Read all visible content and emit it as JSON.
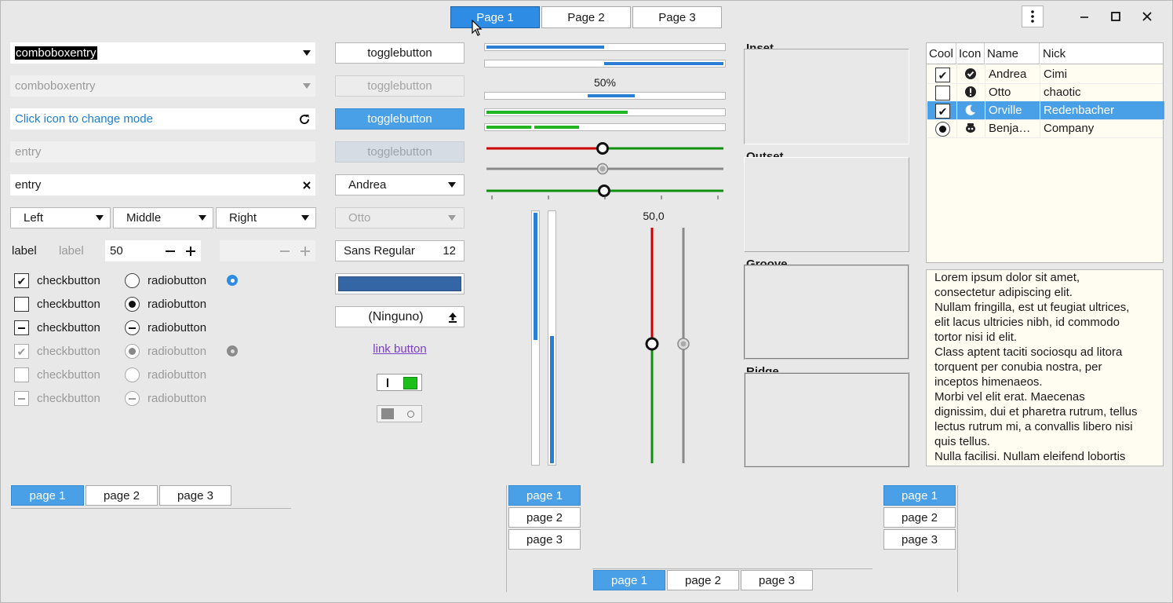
{
  "header": {
    "tabs": [
      "Page 1",
      "Page 2",
      "Page 3"
    ],
    "active_tab": "Page 1"
  },
  "col1": {
    "combo1": "comboboxentry",
    "combo2": "comboboxentry",
    "icon_entry": "Click icon to change mode",
    "entry_disabled": "entry",
    "entry_clear": "entry",
    "combos": [
      "Left",
      "Middle",
      "Right"
    ],
    "label1": "label",
    "label2": "label",
    "spin_value": "50",
    "checks": [
      "checkbutton",
      "checkbutton",
      "checkbutton",
      "checkbutton",
      "checkbutton",
      "checkbutton"
    ],
    "radios": [
      "radiobutton",
      "radiobutton",
      "radiobutton",
      "radiobutton",
      "radiobutton",
      "radiobutton"
    ]
  },
  "col2": {
    "toggles": [
      "togglebutton",
      "togglebutton",
      "togglebutton",
      "togglebutton"
    ],
    "combo_andrea": "Andrea",
    "combo_otto": "Otto",
    "font_name": "Sans Regular",
    "font_size": "12",
    "color_value": "#3465a4",
    "file_label": "(Ninguno)",
    "link": "link button",
    "switch1_state": "on",
    "switch2_state": "off"
  },
  "progress": {
    "bar1": 0.5,
    "bar2": 0.5,
    "bar3_text": "50%",
    "bar3": 0.2,
    "green1": 0.6,
    "green2_segments": 2
  },
  "scales": {
    "h1": 0.49,
    "h2": 0.49,
    "h3": 0.5,
    "vbar1": 0.5,
    "vbar2": 0.5,
    "vscale_value": "50,0",
    "vscale1": 0.5,
    "vscale2": 0.5
  },
  "frames": [
    "Inset",
    "Outset",
    "Groove",
    "Ridge"
  ],
  "tree": {
    "columns": [
      "Cool",
      "Icon",
      "Name",
      "Nick"
    ],
    "rows": [
      {
        "cool": "check",
        "icon": "check-circle-icon",
        "name": "Andrea",
        "nick": "Cimi",
        "selected": false
      },
      {
        "cool": "empty",
        "icon": "exclamation-circle-icon",
        "name": "Otto",
        "nick": "chaotic",
        "selected": false
      },
      {
        "cool": "check",
        "icon": "moon-icon",
        "name": "Orville",
        "nick": "Redenbacher",
        "selected": true
      },
      {
        "cool": "radio",
        "icon": "face-icon",
        "name": "Benja…",
        "nick": "Company",
        "selected": false
      }
    ]
  },
  "textview": [
    "Lorem ipsum dolor sit amet,",
    "consectetur adipiscing elit.",
    "Nullam fringilla, est ut feugiat ultrices,",
    "elit lacus ultricies nibh, id commodo",
    "tortor nisi id elit.",
    "Class aptent taciti sociosqu ad litora",
    "torquent per conubia nostra, per",
    "inceptos himenaeos.",
    "Morbi vel elit erat. Maecenas",
    "dignissim, dui et pharetra rutrum, tellus",
    "lectus rutrum mi, a convallis libero nisi",
    "quis tellus.",
    "Nulla facilisi. Nullam eleifend lobortis"
  ],
  "notebooks": {
    "tabs": [
      "page 1",
      "page 2",
      "page 3"
    ]
  },
  "colors": {
    "accent": "#4aa0e6",
    "header_active": "#2f8ce4",
    "progress_blue": "#2a7fd4",
    "progress_green": "#22b522",
    "scale_red": "#cc0000",
    "scale_green": "#108f10",
    "link": "#7a3fc4"
  }
}
